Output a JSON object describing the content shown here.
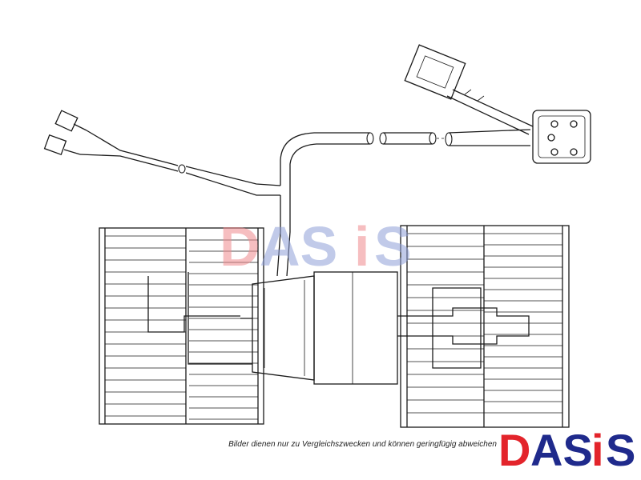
{
  "caption": "Bilder dienen nur zu Vergleichszwecken und können geringfügig abweichen",
  "brand": {
    "name": "DASIS",
    "letters": [
      "D",
      "A",
      "S",
      "i",
      "S"
    ],
    "colors": {
      "red": "#e3242b",
      "blue": "#1f2a8c",
      "watermark_red": "#f08a8e",
      "watermark_blue": "#8fa0d8"
    }
  }
}
